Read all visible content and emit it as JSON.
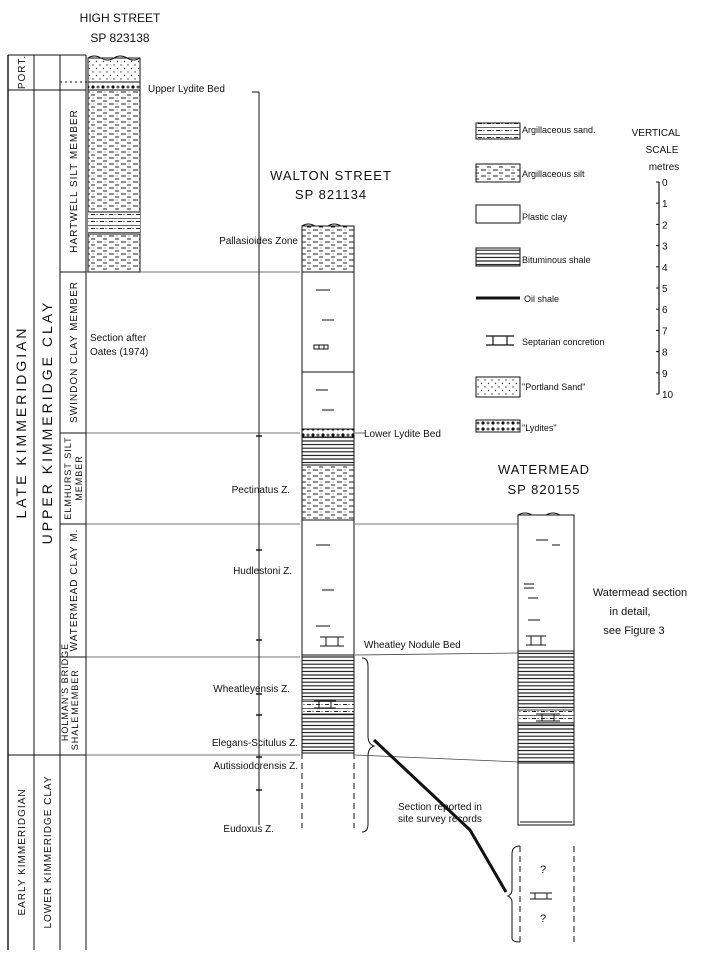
{
  "sections": {
    "high_street": {
      "title": "HIGH STREET",
      "grid_ref": "SP 823138"
    },
    "walton_street": {
      "title": "WALTON STREET",
      "grid_ref": "SP 821134"
    },
    "watermead": {
      "title": "WATERMEAD",
      "grid_ref": "SP 820155"
    }
  },
  "stratigraphy": {
    "stages": [
      {
        "id": "port",
        "label": "PORT."
      },
      {
        "id": "late",
        "label": "LATE KIMMERIDGIAN"
      },
      {
        "id": "early",
        "label": "EARLY KIMMERIDGIAN"
      }
    ],
    "formations": [
      {
        "id": "upper",
        "label": "UPPER KIMMERIDGE CLAY"
      },
      {
        "id": "lower",
        "label": "LOWER KIMMERIDGE CLAY"
      }
    ],
    "members": [
      {
        "id": "hartwell",
        "label": "HARTWELL SILT MEMBER"
      },
      {
        "id": "swindon",
        "label": "SWINDON CLAY MEMBER"
      },
      {
        "id": "elmhurst_a",
        "label": "ELMHURST SILT"
      },
      {
        "id": "elmhurst_b",
        "label": "MEMBER"
      },
      {
        "id": "watermead",
        "label": "WATERMEAD CLAY M."
      },
      {
        "id": "holman_a",
        "label": "HOLMAN'S BRIDGE"
      },
      {
        "id": "holman_b",
        "label": "MEMBER"
      },
      {
        "id": "holman_c",
        "label": "SHALE"
      }
    ]
  },
  "labels": {
    "upper_lydite": "Upper Lydite Bed",
    "section_after": "Section after",
    "oates": "Oates (1974)",
    "pallasioides": "Pallasioides Zone",
    "lower_lydite": "Lower Lydite Bed",
    "pectinatus": "Pectinatus Z.",
    "hudlestoni": "Hudlestoni Z.",
    "wheatley_nodule": "Wheatley Nodule Bed",
    "wheatleyensis": "Wheatleyensis Z.",
    "elegans": "Elegans-Scitulus Z.",
    "autissiodorensis": "Autissiodorensis Z.",
    "eudoxus": "Eudoxus Z.",
    "reported_a": "Section reported in",
    "reported_b": "site survey records",
    "wm_detail_a": "Watermead section",
    "wm_detail_b": "in detail,",
    "wm_detail_c": "see  Figure 3",
    "question_mark": "?"
  },
  "legend": [
    {
      "id": "arg_sand",
      "label": "Argillaceous sand."
    },
    {
      "id": "arg_silt",
      "label": "Argillaceous silt"
    },
    {
      "id": "plastic_clay",
      "label": "Plastic clay"
    },
    {
      "id": "bituminous_shale",
      "label": "Bituminous shale"
    },
    {
      "id": "oil_shale",
      "label": "Oil shale"
    },
    {
      "id": "septarian",
      "label": "Septarian concretion"
    },
    {
      "id": "portland_sand",
      "label": "\"Portland Sand\""
    },
    {
      "id": "lydites",
      "label": "\"Lydites\""
    }
  ],
  "scale": {
    "title_a": "VERTICAL",
    "title_b": "SCALE",
    "unit": "metres",
    "ticks": [
      "0",
      "1",
      "2",
      "3",
      "4",
      "5",
      "6",
      "7",
      "8",
      "9",
      "10"
    ]
  }
}
